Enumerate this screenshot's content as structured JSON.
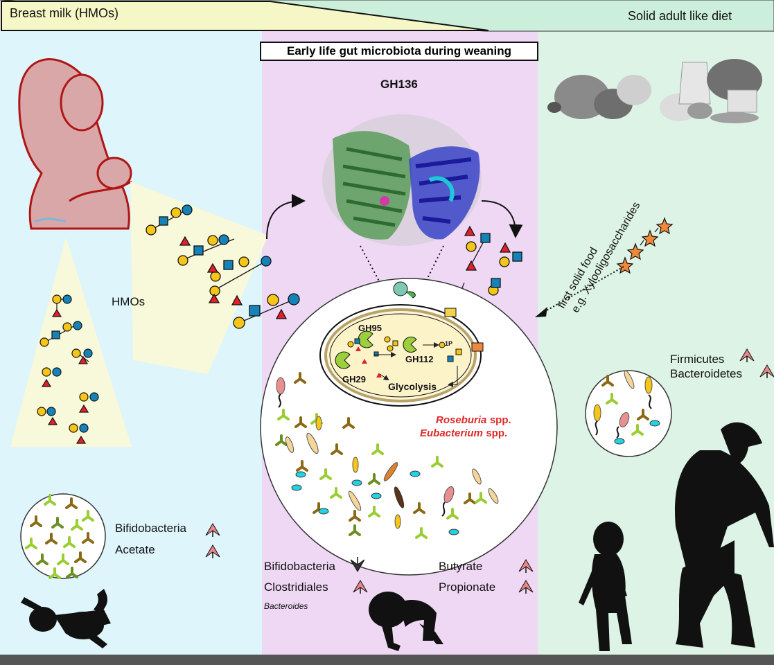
{
  "header": {
    "left_label": "Breast milk (HMOs)",
    "right_label": "Solid adult like diet"
  },
  "left_panel": {
    "hmos_label": "HMOs",
    "bifido_label": "Bifidobacteria",
    "acetate_label": "Acetate"
  },
  "center_panel": {
    "title": "Early life gut microbiota during weaning",
    "protein_label": "GH136",
    "enzymes": [
      "GH95",
      "GH29",
      "GH112"
    ],
    "phosphate_label": "1P",
    "glycolysis_label": "Glycolysis",
    "roseburia_genus": "Roseburia",
    "eubacterium_genus": "Eubacterium",
    "spp_label": "spp.",
    "bottom_left": [
      "Bifidobacteria",
      "Clostridiales"
    ],
    "bacteroides_label": "Bacteroides",
    "bottom_right": [
      "Butyrate",
      "Propionate"
    ]
  },
  "right_panel": {
    "first_food_label": "first solid food",
    "xylo_label": "e.g. Xylooligosaccharides",
    "firmicutes_label": "Firmicutes",
    "bacteroidetes_label": "Bacteroidetes"
  },
  "colors": {
    "left_bg": "#ddf5fb",
    "center_bg": "#eed8f4",
    "right_bg": "#ddf3e6",
    "header_yellow": "#f6f7c6",
    "header_green": "#ccefdc",
    "glucose_yellow": "#f5c518",
    "galnac_blue": "#1583b8",
    "fucose_red": "#e0202a",
    "arrow_up_fill": "#e8888a"
  },
  "icons": [
    "mother-breastfeeding-icon",
    "infant-silhouette-icon",
    "crawling-baby-silhouette-icon",
    "toddler-silhouette-icon",
    "adult-silhouette-icon",
    "food-grayscale-icon",
    "protein-structure-icon",
    "bacteria-circle-icon",
    "cell-icon",
    "star-xylose-icon"
  ]
}
